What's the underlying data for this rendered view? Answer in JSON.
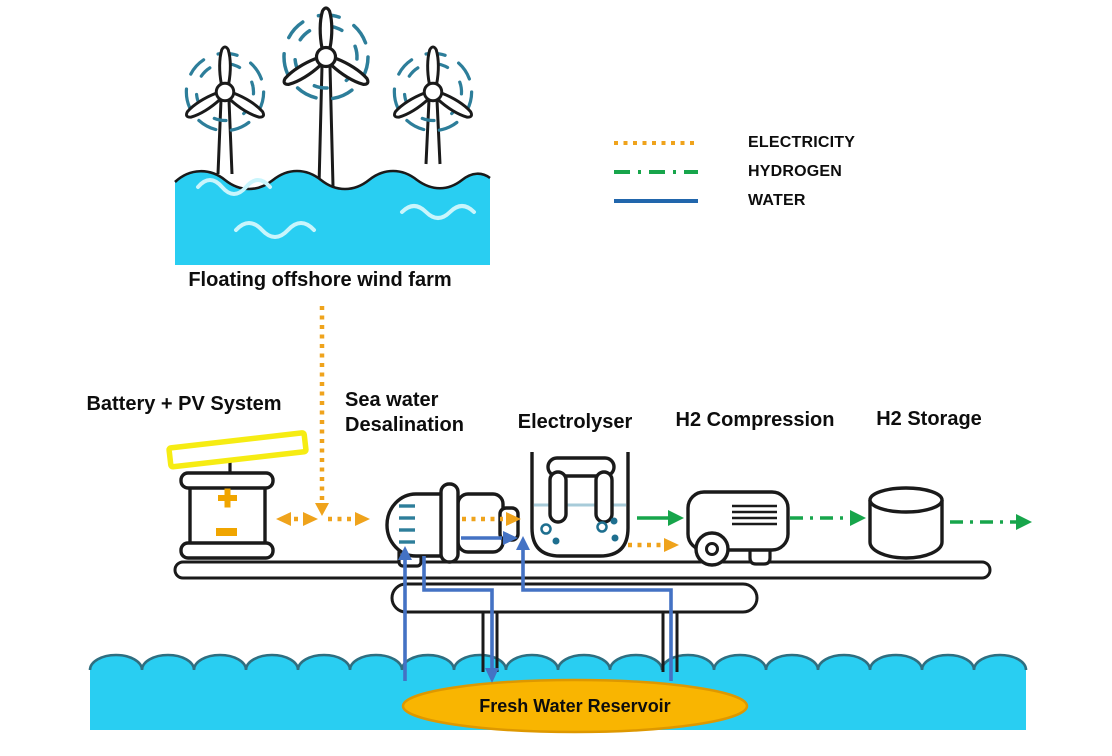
{
  "diagram": {
    "labels": {
      "wind_farm": "Floating offshore wind farm",
      "battery_pv": "Battery + PV System",
      "desalination_line1": "Sea water",
      "desalination_line2": "Desalination",
      "electrolyser": "Electrolyser",
      "h2_compression": "H2 Compression",
      "h2_storage": "H2 Storage",
      "reservoir": "Fresh Water Reservoir"
    },
    "legend": {
      "items": [
        {
          "id": "electricity",
          "label": "ELECTRICITY",
          "style": "dotted",
          "color": "#EFA31C"
        },
        {
          "id": "hydrogen",
          "label": "HYDROGEN",
          "style": "dash-dot",
          "color": "#17A54B"
        },
        {
          "id": "water",
          "label": "WATER",
          "style": "solid",
          "color": "#2166AC"
        }
      ]
    },
    "colors": {
      "electricity": "#EFA31C",
      "hydrogen": "#17A54B",
      "water_flow": "#4472C4",
      "water_legend": "#2166AC",
      "sea": "#29CEF2",
      "sea_outline": "#2F6E80",
      "wave_light": "#C9F5FC",
      "outline": "#1A1A1A",
      "reservoir_fill": "#F9B501",
      "reservoir_border": "#DE9800",
      "pv_panel": "#F6EC13",
      "battery_symbol": "#F0A500",
      "turbine_arc": "#2D7E9A",
      "electrolyser_waterline": "#A7CBD9",
      "bubble": "#1E6F8F"
    },
    "nodes": [
      {
        "id": "wind-farm",
        "label": "Floating offshore wind farm"
      },
      {
        "id": "battery-pv",
        "label": "Battery + PV System"
      },
      {
        "id": "desalination",
        "label": "Sea water Desalination"
      },
      {
        "id": "electrolyser",
        "label": "Electrolyser"
      },
      {
        "id": "h2-compression",
        "label": "H2 Compression"
      },
      {
        "id": "h2-storage",
        "label": "H2 Storage"
      },
      {
        "id": "reservoir",
        "label": "Fresh Water Reservoir"
      }
    ],
    "flows": [
      {
        "from": "wind-farm",
        "to": "bus-junction",
        "carries": "electricity"
      },
      {
        "from": "bus-junction",
        "to": "battery-pv",
        "carries": "electricity",
        "bidirectional": true
      },
      {
        "from": "bus-junction",
        "to": "desalination",
        "carries": "electricity"
      },
      {
        "from": "desalination",
        "to": "electrolyser",
        "carries": "electricity"
      },
      {
        "from": "electrolyser",
        "to": "h2-compression",
        "carries": "electricity"
      },
      {
        "from": "sea",
        "to": "desalination",
        "carries": "water"
      },
      {
        "from": "desalination",
        "to": "electrolyser",
        "carries": "water"
      },
      {
        "from": "desalination",
        "to": "reservoir",
        "carries": "water"
      },
      {
        "from": "reservoir",
        "to": "electrolyser",
        "carries": "water"
      },
      {
        "from": "electrolyser",
        "to": "h2-compression",
        "carries": "hydrogen"
      },
      {
        "from": "h2-compression",
        "to": "h2-storage",
        "carries": "hydrogen"
      },
      {
        "from": "h2-storage",
        "to": "export",
        "carries": "hydrogen"
      }
    ]
  }
}
